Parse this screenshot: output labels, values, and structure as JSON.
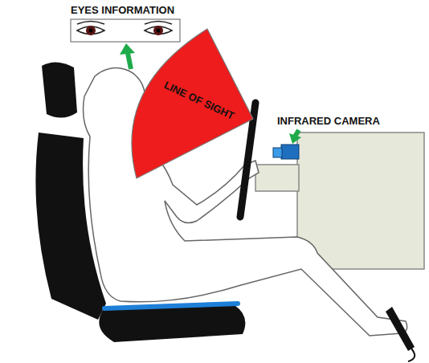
{
  "diagram": {
    "nodes": [
      {
        "text": [
          "EYES INFORMATION"
        ]
      },
      {
        "text": [
          "LINE OF SIGHT"
        ]
      }
    ],
    "labels": [
      "INFRARED CAMERA"
    ]
  }
}
